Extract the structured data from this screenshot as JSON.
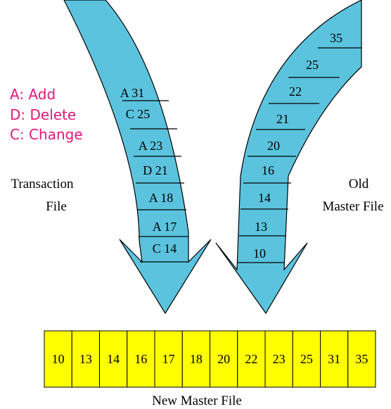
{
  "legend": [
    {
      "text": "A: Add"
    },
    {
      "text": "D: Delete"
    },
    {
      "text": "C: Change"
    }
  ],
  "transaction_file": {
    "label_line1": "Transaction",
    "label_line2": "File",
    "records": [
      "A 31",
      "C 25",
      "A 23",
      "D 21",
      "A 18",
      "A 17",
      "C 14"
    ]
  },
  "old_master_file": {
    "label_line1": "Old",
    "label_line2": "Master File",
    "records": [
      "35",
      "25",
      "22",
      "21",
      "20",
      "16",
      "14",
      "13",
      "10"
    ]
  },
  "new_master_file": {
    "label": "New Master File",
    "records": [
      "10",
      "13",
      "14",
      "16",
      "17",
      "18",
      "20",
      "22",
      "23",
      "25",
      "31",
      "35"
    ]
  },
  "colors": {
    "arrow_fill": "#5bc3de",
    "record_box_fill": "#ffff00",
    "legend_text": "#e0187a"
  }
}
